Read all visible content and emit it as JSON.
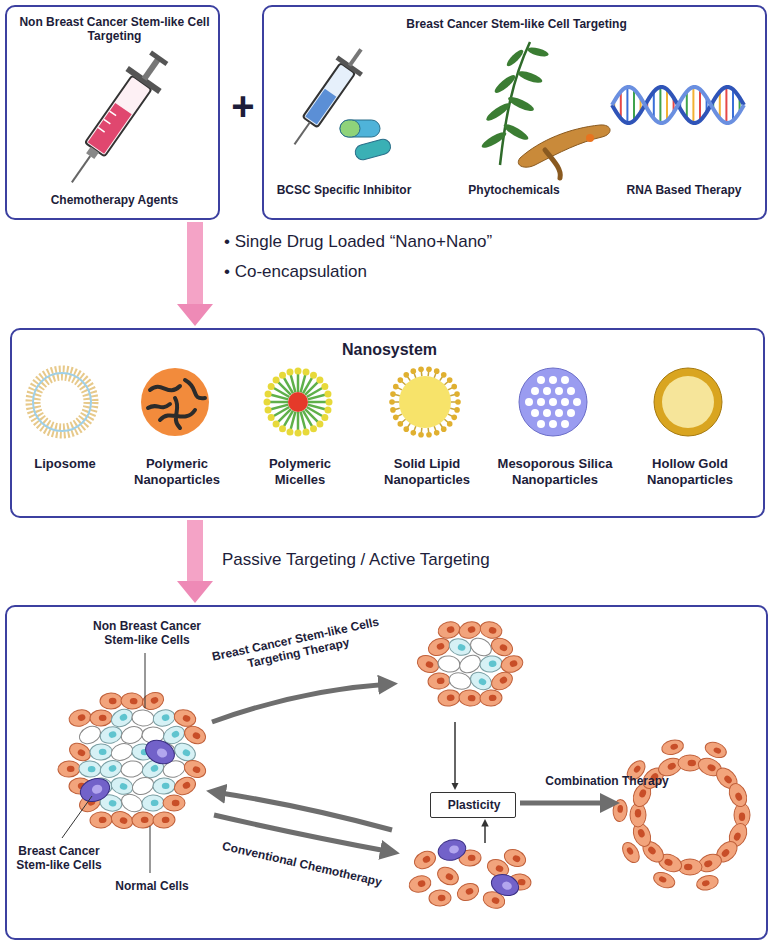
{
  "diagram": {
    "nodes": [
      {
        "text": [
          "Non Breast Cancer Stem-like Cell Targeting",
          "Chemotherapy Agents"
        ]
      },
      {
        "text": [
          "Breast Cancer Stem-like Cell Targeting",
          "BCSC Specific Inhibitor",
          "Phytochemicals",
          "RNA Based Therapy"
        ]
      },
      {
        "text": [
          "Nanosystem",
          "Liposome",
          "Polymeric Nanoparticles",
          "Polymeric Micelles",
          "Solid Lipid Nanoparticles",
          "Mesoporous Silica Nanoparticles",
          "Hollow Gold Nanoparticles"
        ]
      },
      {
        "text": [
          "Non Breast Cancer Stem-like Cells",
          "Breast Cancer Stem-like Cells",
          "Normal Cells",
          "Breast Cancer Stem-like Cells Targeting Therapy",
          "Conventional Chemotherapy",
          "Combination Therapy"
        ]
      },
      {
        "text": [
          "Plasticity"
        ],
        "in": 3
      }
    ],
    "edges": [
      {
        "from": 0,
        "to": 2,
        "arrow": "to"
      },
      {
        "from": 2,
        "to": 3,
        "arrow": "to",
        "label": "Passive Targeting / Active Targeting"
      }
    ],
    "labels": [
      "+",
      "• Single Drug Loaded “Nano+Nano”",
      "• Co-encapsulation"
    ]
  }
}
